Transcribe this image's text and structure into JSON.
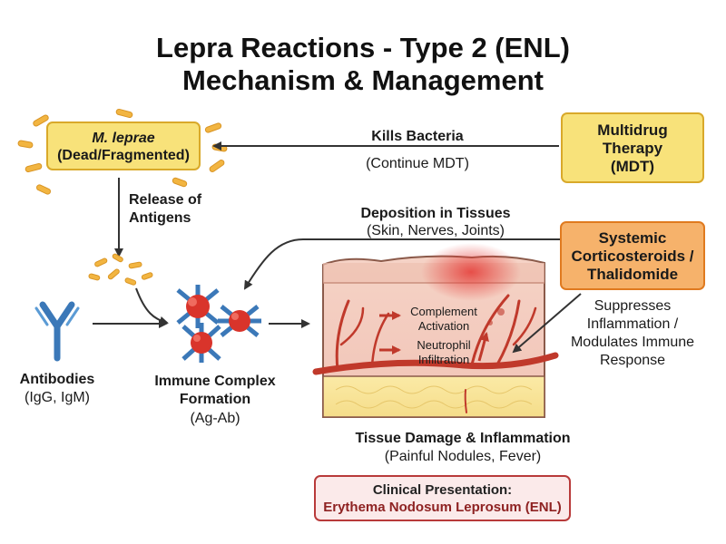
{
  "title": {
    "line1": "Lepra Reactions - Type 2 (ENL)",
    "line2": "Mechanism & Management"
  },
  "mleprae": {
    "name": "M. leprae",
    "state": "(Dead/Fragmented)"
  },
  "mdt": {
    "line1": "Multidrug",
    "line2": "Therapy",
    "line3": "(MDT)"
  },
  "kills": {
    "title": "Kills Bacteria",
    "sub": "(Continue MDT)"
  },
  "release": {
    "line1": "Release of",
    "line2": "Antigens"
  },
  "deposition": {
    "title": "Deposition in Tissues",
    "sub": "(Skin, Nerves, Joints)"
  },
  "steroids": {
    "line1": "Systemic",
    "line2": "Corticosteroids /",
    "line3": "Thalidomide"
  },
  "suppress": {
    "line1": "Suppresses",
    "line2": "Inflammation /",
    "line3": "Modulates Immune",
    "line4": "Response"
  },
  "antibodies": {
    "title": "Antibodies",
    "sub": "(IgG, IgM)"
  },
  "complex": {
    "line1": "Immune Complex",
    "line2": "Formation",
    "sub": "(Ag-Ab)"
  },
  "tissue": {
    "complement1": "Complement",
    "complement2": "Activation",
    "neutrophil1": "Neutrophil",
    "neutrophil2": "Infiltration"
  },
  "damage": {
    "title": "Tissue Damage & Inflammation",
    "sub": "(Painful Nodules, Fever)"
  },
  "clinical": {
    "title": "Clinical Presentation:",
    "sub": "Erythema Nodosum Leprosum (ENL)"
  },
  "colors": {
    "yellow_box": "#f8e27a",
    "yellow_border": "#d9a92a",
    "orange_box": "#f6b26b",
    "orange_border": "#e07a1f",
    "antibody_blue": "#3b78b8",
    "antigen_red": "#d9342b",
    "vessel_red": "#c0392b",
    "clinical_bg": "#fbeaea",
    "clinical_border": "#b83a3a"
  }
}
